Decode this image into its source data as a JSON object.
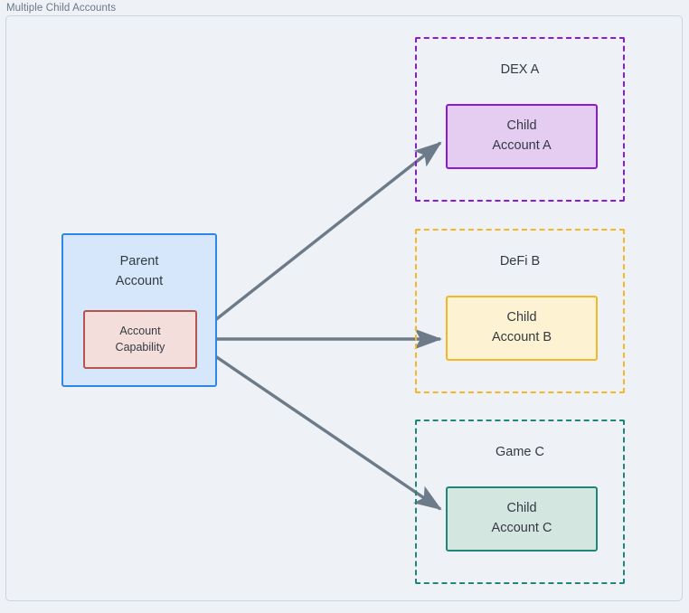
{
  "frame": {
    "label": "Multiple Child Accounts"
  },
  "colors": {
    "canvas_background": "#eef1f5",
    "frame_border": "#ccd4de",
    "frame_label_text": "#6b7888",
    "node_text": "#333a42",
    "edge": "#6c7a89",
    "parent_fill": "#d6e7fb",
    "parent_border": "#2d87e8",
    "capability_fill": "#f4dedc",
    "capability_border": "#b85450",
    "dex_a_accent": "#8c19d8",
    "dex_a_fill": "#e5cdf2",
    "defi_b_accent": "#f5b627",
    "defi_b_fill": "#fdf3d3",
    "game_c_accent": "#21867a",
    "game_c_fill": "#d3e7e0"
  },
  "nodes": {
    "parent_account": {
      "title_line_1": "Parent",
      "title_line_2": "Account"
    },
    "account_capability": {
      "line_1": "Account",
      "line_2": "Capability"
    },
    "child_account_a": {
      "line_1": "Child",
      "line_2": "Account A"
    },
    "child_account_b": {
      "line_1": "Child",
      "line_2": "Account B"
    },
    "child_account_c": {
      "line_1": "Child",
      "line_2": "Account C"
    }
  },
  "clusters": [
    {
      "id": "dex-a",
      "title": "DEX A"
    },
    {
      "id": "defi-b",
      "title": "DeFi B"
    },
    {
      "id": "game-c",
      "title": "Game C"
    }
  ],
  "edges": [
    {
      "from": "account-capability",
      "to": "child-account-a",
      "style": "solid-arrow"
    },
    {
      "from": "account-capability",
      "to": "child-account-b",
      "style": "solid-arrow"
    },
    {
      "from": "account-capability",
      "to": "child-account-c",
      "style": "solid-arrow"
    }
  ]
}
